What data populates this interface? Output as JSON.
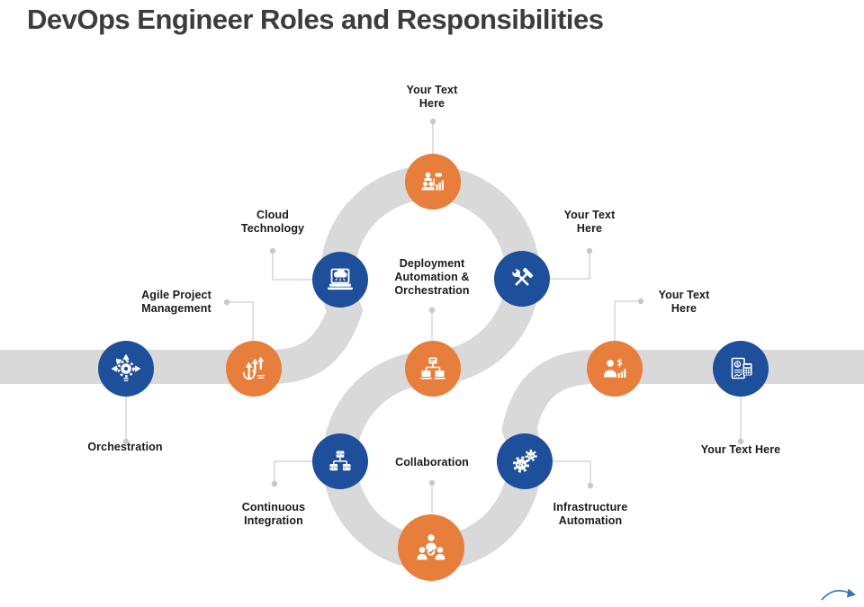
{
  "title": "DevOps Engineer Roles and Responsibilities",
  "glyphs": {
    "code": "</>",
    "dollar": "$"
  },
  "colors": {
    "orange": "#E87E3B",
    "blue": "#1D4F9B",
    "road_gray": "#D9D9D9",
    "connector_gray": "#C2C2C2",
    "label_text": "#1A1A1A",
    "title_text": "#3C3C3C",
    "arrow_blue": "#2E75B6"
  },
  "nodes": [
    {
      "id": "top-placeholder",
      "label": "Your Text\nHere",
      "color": "orange",
      "icon": "team-metrics-icon"
    },
    {
      "id": "cloud-technology",
      "label": "Cloud\nTechnology",
      "color": "blue",
      "icon": "laptop-cloud-icon"
    },
    {
      "id": "right-upper-placeholder",
      "label": "Your Text\nHere",
      "color": "blue",
      "icon": "tools-icon"
    },
    {
      "id": "orchestration",
      "label": "Orchestration",
      "color": "blue",
      "icon": "gear-arrows-icon"
    },
    {
      "id": "agile-project-management",
      "label": "Agile Project\nManagement",
      "color": "orange",
      "icon": "growth-arrows-icon"
    },
    {
      "id": "deployment-automation",
      "label": "Deployment\nAutomation &\nOrchestration",
      "color": "orange",
      "icon": "server-network-icon"
    },
    {
      "id": "right-mid-placeholder",
      "label": "Your Text\nHere",
      "color": "orange",
      "icon": "person-dollar-icon"
    },
    {
      "id": "far-right-placeholder",
      "label": "Your Text Here",
      "color": "blue",
      "icon": "invoice-calculator-icon"
    },
    {
      "id": "continuous-integration",
      "label": "Continuous\nIntegration",
      "color": "blue",
      "icon": "code-hierarchy-icon"
    },
    {
      "id": "infrastructure-automation",
      "label": "Infrastructure\nAutomation",
      "color": "blue",
      "icon": "gears-code-icon"
    },
    {
      "id": "collaboration",
      "label": "Collaboration",
      "color": "orange",
      "icon": "people-check-icon"
    }
  ]
}
